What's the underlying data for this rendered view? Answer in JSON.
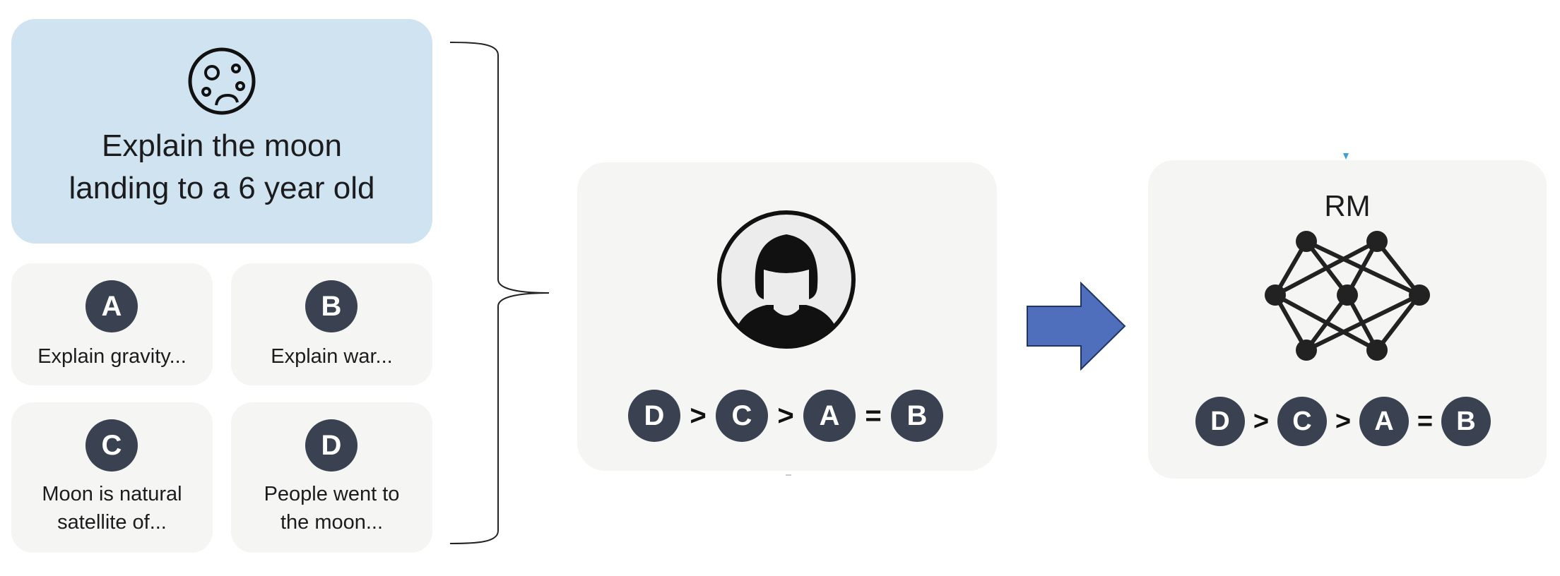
{
  "prompt": {
    "icon": "moon-icon",
    "lines": [
      "Explain the moon",
      "landing to a 6 year old"
    ]
  },
  "responses": [
    {
      "letter": "A",
      "lines": [
        "Explain gravity..."
      ]
    },
    {
      "letter": "B",
      "lines": [
        "Explain war..."
      ]
    },
    {
      "letter": "C",
      "lines": [
        "Moon is natural",
        "satellite of..."
      ]
    },
    {
      "letter": "D",
      "lines": [
        "People went to",
        "the moon..."
      ]
    }
  ],
  "labeler": {
    "icon": "person-icon",
    "ranking": {
      "items": [
        "D",
        "C",
        "A",
        "B"
      ],
      "ops": [
        ">",
        ">",
        "="
      ]
    }
  },
  "arrow": {
    "icon": "right-arrow-icon",
    "color": "#4f6fbd"
  },
  "reward_model": {
    "label": "RM",
    "icon": "neural-network-icon",
    "ranking": {
      "items": [
        "D",
        "C",
        "A",
        "B"
      ],
      "ops": [
        ">",
        ">",
        "="
      ]
    }
  },
  "colors": {
    "prompt_bg": "#cfe3f0",
    "card_bg": "#f5f5f4",
    "badge_bg": "#3a4150"
  }
}
